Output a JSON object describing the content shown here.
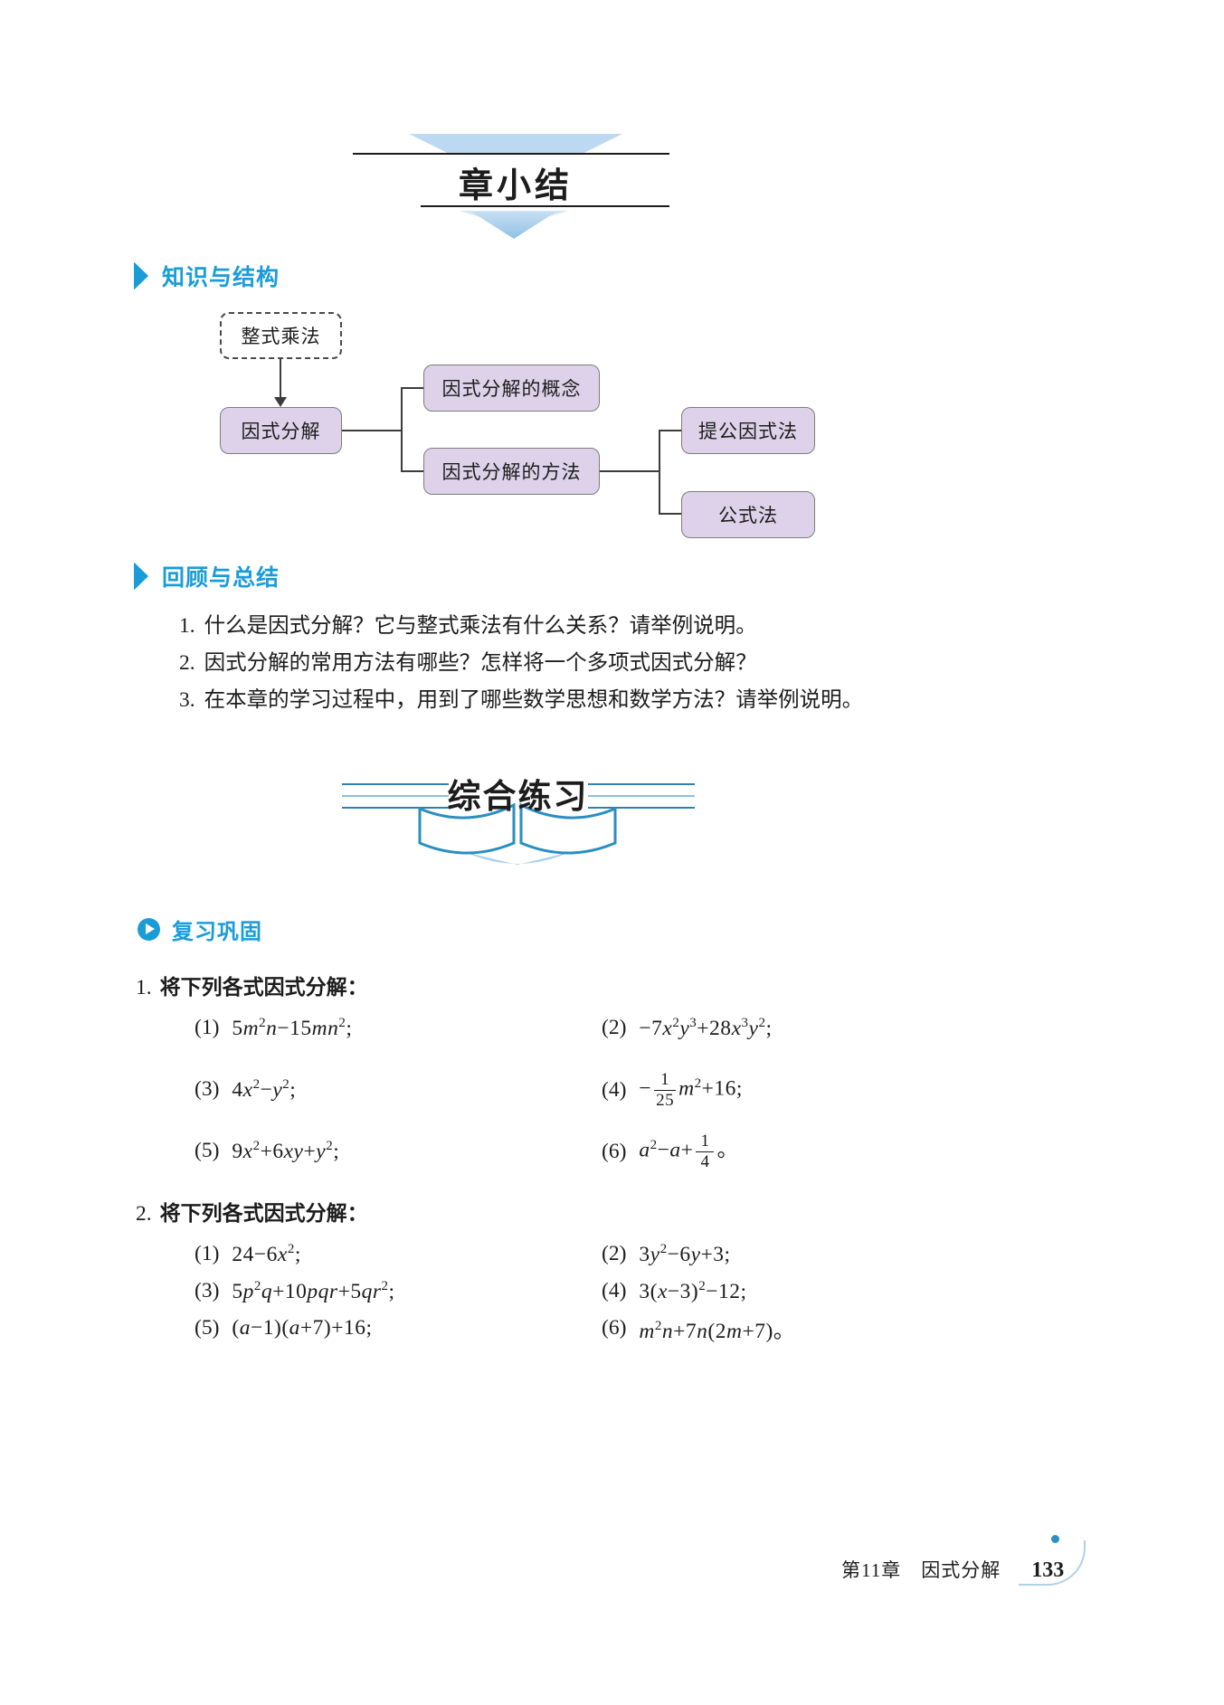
{
  "header": {
    "title": "章小结"
  },
  "knowledge": {
    "title": "知识与结构",
    "nodes": {
      "integral_mult": "整式乘法",
      "factorization": "因式分解",
      "concept": "因式分解的概念",
      "method": "因式分解的方法",
      "common_factor": "提公因式法",
      "formula_method": "公式法"
    }
  },
  "review": {
    "title": "回顾与总结",
    "questions": [
      {
        "num": "1.",
        "text": "什么是因式分解？它与整式乘法有什么关系？请举例说明。"
      },
      {
        "num": "2.",
        "text": "因式分解的常用方法有哪些？怎样将一个多项式因式分解？"
      },
      {
        "num": "3.",
        "text": "在本章的学习过程中，用到了哪些数学思想和数学方法？请举例说明。"
      }
    ]
  },
  "practice": {
    "title": "综合练习",
    "subsection": "复习巩固",
    "problems": [
      {
        "num": "1.",
        "prompt": "将下列各式因式分解：",
        "items": [
          {
            "label": "(1)",
            "formula": "5<i>m</i><sup>2</sup><i>n</i>−15<i>mn</i><sup>2</sup>;"
          },
          {
            "label": "(2)",
            "formula": "−7<i>x</i><sup>2</sup><i>y</i><sup>3</sup>+28<i>x</i><sup>3</sup><i>y</i><sup>2</sup>;"
          },
          {
            "label": "(3)",
            "formula": "4<i>x</i><sup>2</sup>−<i>y</i><sup>2</sup>;"
          },
          {
            "label": "(4)",
            "formula": "−<span class=\"frac\"><span class=\"num\">1</span><span class=\"den\">25</span></span><i>m</i><sup>2</sup>+16;"
          },
          {
            "label": "(5)",
            "formula": "9<i>x</i><sup>2</sup>+6<i>xy</i>+<i>y</i><sup>2</sup>;"
          },
          {
            "label": "(6)",
            "formula": "<i>a</i><sup>2</sup>−<i>a</i>+<span class=\"frac\"><span class=\"num\">1</span><span class=\"den\">4</span></span>。"
          }
        ]
      },
      {
        "num": "2.",
        "prompt": "将下列各式因式分解：",
        "items": [
          {
            "label": "(1)",
            "formula": "24−6<i>x</i><sup>2</sup>;"
          },
          {
            "label": "(2)",
            "formula": "3<i>y</i><sup>2</sup>−6<i>y</i>+3;"
          },
          {
            "label": "(3)",
            "formula": "5<i>p</i><sup>2</sup><i>q</i>+10<i>pqr</i>+5<i>qr</i><sup>2</sup>;"
          },
          {
            "label": "(4)",
            "formula": "3(<i>x</i>−3)<sup>2</sup>−12;"
          },
          {
            "label": "(5)",
            "formula": "(<i>a</i>−1)(<i>a</i>+7)+16;"
          },
          {
            "label": "(6)",
            "formula": "<i>m</i><sup>2</sup><i>n</i>+7<i>n</i>(2<i>m</i>+7)。"
          }
        ]
      }
    ]
  },
  "footer": {
    "chapter": "第11章　因式分解",
    "page_number": "133"
  },
  "colors": {
    "accent_blue": "#1a9cd8",
    "light_blue": "#bdd8f1",
    "box_purple": "#ddd2e9"
  }
}
